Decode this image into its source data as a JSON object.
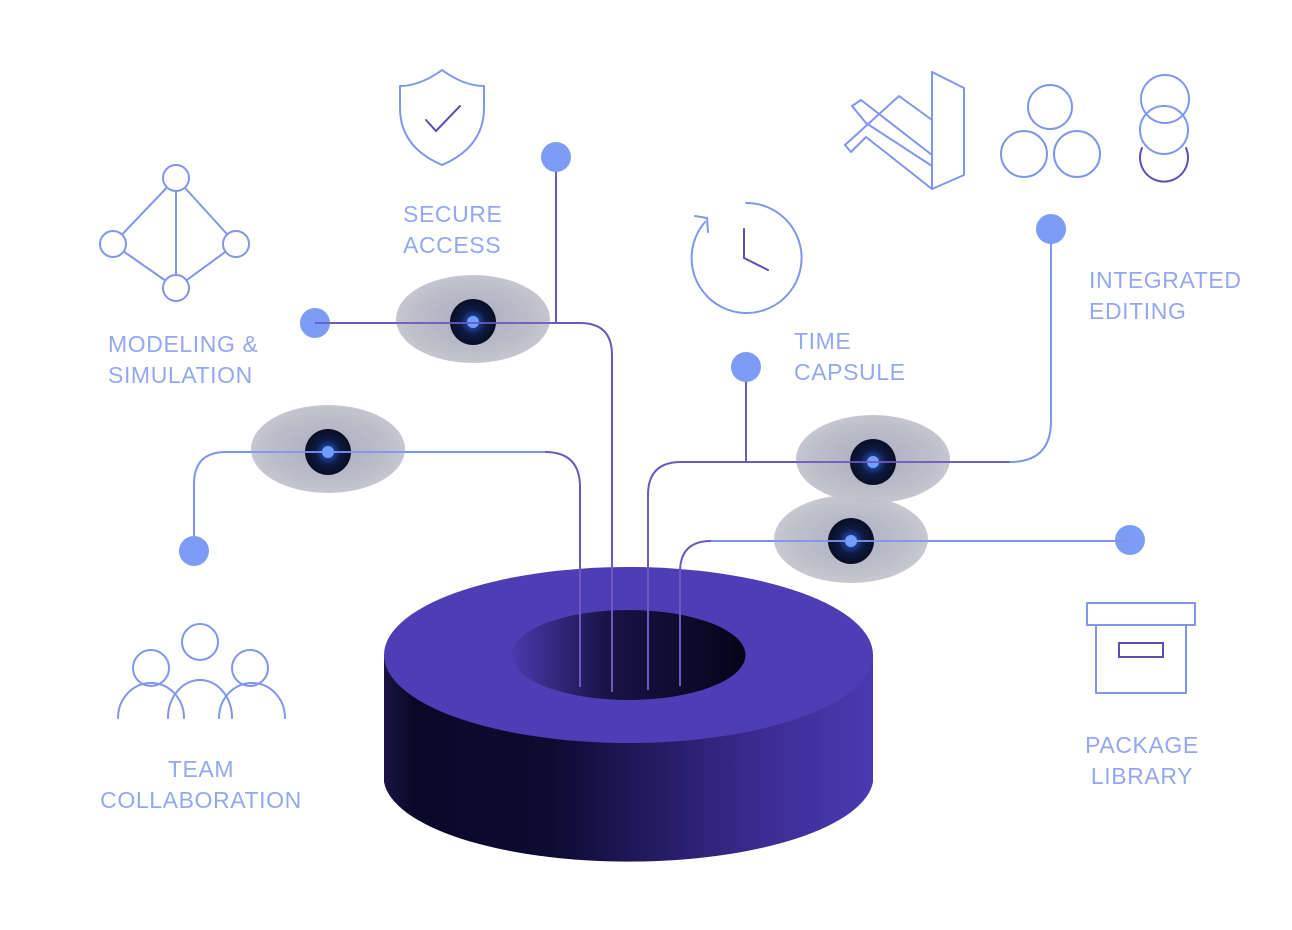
{
  "labels": {
    "modeling": [
      "MODELING &",
      "SIMULATION"
    ],
    "secure": [
      "SECURE",
      "ACCESS"
    ],
    "time": [
      "TIME",
      "CAPSULE"
    ],
    "integrated": [
      "INTEGRATED",
      "EDITING"
    ],
    "team": [
      "TEAM",
      "COLLABORATION"
    ],
    "package": [
      "PACKAGE",
      "LIBRARY"
    ]
  },
  "icons": {
    "modeling": "graph-network-icon",
    "secure": "shield-check-icon",
    "time": "clock-history-icon",
    "editor": "code-editor-icon",
    "circles": "three-circles-icon",
    "stack": "stacked-circles-icon",
    "team": "team-people-icon",
    "package": "archive-box-icon"
  },
  "colors": {
    "label": "#93A8F2",
    "icon": "#7F96EE",
    "torus_light": "#5140B8",
    "torus_dark": "#0C0A2E",
    "node_glow": "#3D78FF",
    "node_halo": "#B9B9C6"
  }
}
